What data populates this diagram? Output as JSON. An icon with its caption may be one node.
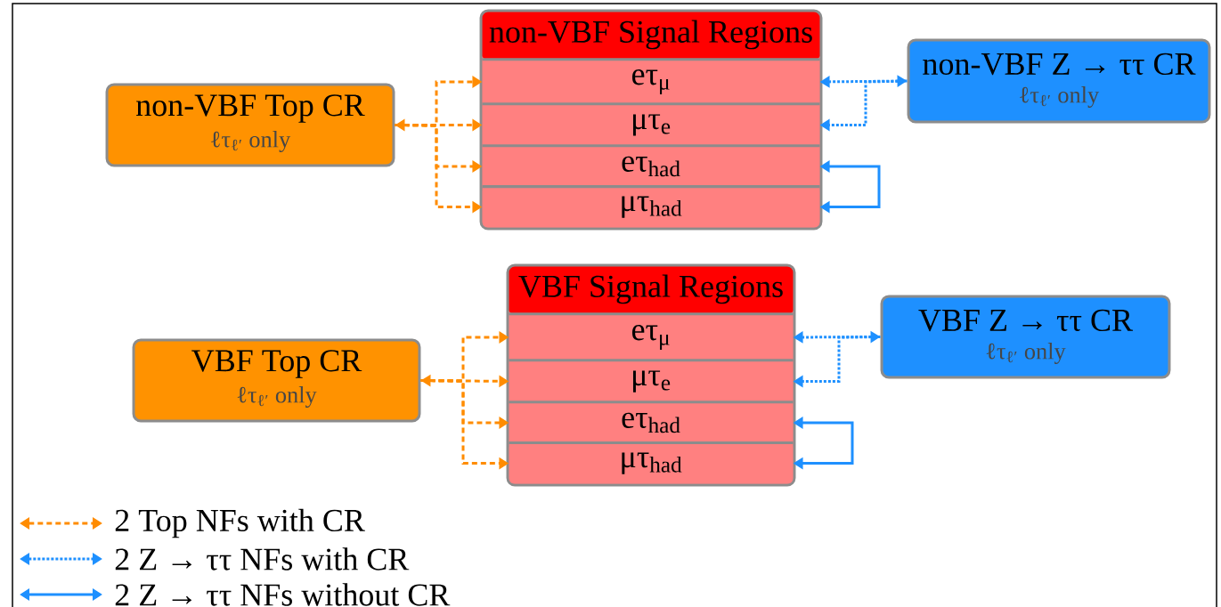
{
  "diagram": {
    "nodes": [
      {
        "text": [
          "non-VBF Top CR",
          "ℓτ$_{ℓ′}$ only"
        ]
      },
      {
        "text": [
          "non-VBF Signal Regions"
        ]
      },
      {
        "text": [
          "eτ$_{μ}$"
        ],
        "in": 1
      },
      {
        "text": [
          "μτ$_{e}$"
        ],
        "in": 1
      },
      {
        "text": [
          "eτ$_{had}$"
        ],
        "in": 1
      },
      {
        "text": [
          "μτ$_{had}$"
        ],
        "in": 1
      },
      {
        "text": [
          "non-VBF Z → ττ CR",
          "ℓτ$_{ℓ′}$ only"
        ]
      },
      {
        "text": [
          "VBF Top CR",
          "ℓτ$_{ℓ′}$ only"
        ]
      },
      {
        "text": [
          "VBF Signal Regions"
        ]
      },
      {
        "text": [
          "eτ$_{μ}$"
        ],
        "in": 8
      },
      {
        "text": [
          "μτ$_{e}$"
        ],
        "in": 8
      },
      {
        "text": [
          "eτ$_{had}$"
        ],
        "in": 8
      },
      {
        "text": [
          "μτ$_{had}$"
        ],
        "in": 8
      },
      {
        "text": [
          "VBF Z → ττ CR",
          "ℓτ$_{ℓ′}$ only"
        ]
      }
    ],
    "edges": [
      {
        "from": 0,
        "to": 2,
        "arrow": "to",
        "style": "dashed",
        "color": "#ff8c00"
      },
      {
        "from": 0,
        "to": 3,
        "arrow": "both",
        "style": "dashed",
        "color": "#ff8c00"
      },
      {
        "from": 0,
        "to": 4,
        "arrow": "to",
        "style": "dashed",
        "color": "#ff8c00"
      },
      {
        "from": 0,
        "to": 5,
        "arrow": "to",
        "style": "dashed",
        "color": "#ff8c00"
      },
      {
        "from": 6,
        "to": 2,
        "arrow": "both",
        "style": "dashed",
        "color": "#1e90ff"
      },
      {
        "from": 6,
        "to": 3,
        "arrow": "to",
        "style": "dashed",
        "color": "#1e90ff"
      },
      {
        "from": 4,
        "to": 5,
        "arrow": "both",
        "color": "#1e90ff"
      },
      {
        "from": 7,
        "to": 9,
        "arrow": "to",
        "style": "dashed",
        "color": "#ff8c00"
      },
      {
        "from": 7,
        "to": 10,
        "arrow": "both",
        "style": "dashed",
        "color": "#ff8c00"
      },
      {
        "from": 7,
        "to": 11,
        "arrow": "to",
        "style": "dashed",
        "color": "#ff8c00"
      },
      {
        "from": 7,
        "to": 12,
        "arrow": "to",
        "style": "dashed",
        "color": "#ff8c00"
      },
      {
        "from": 13,
        "to": 9,
        "arrow": "both",
        "style": "dashed",
        "color": "#1e90ff"
      },
      {
        "from": 13,
        "to": 10,
        "arrow": "to",
        "style": "dashed",
        "color": "#1e90ff"
      },
      {
        "from": 11,
        "to": 12,
        "arrow": "both",
        "color": "#1e90ff"
      }
    ],
    "legend": [
      {
        "text": "2 Top NFs with CR"
      },
      {
        "text": "2 Z → ττ NFs with CR"
      },
      {
        "text": "2 Z → ττ NFs without CR"
      }
    ]
  }
}
